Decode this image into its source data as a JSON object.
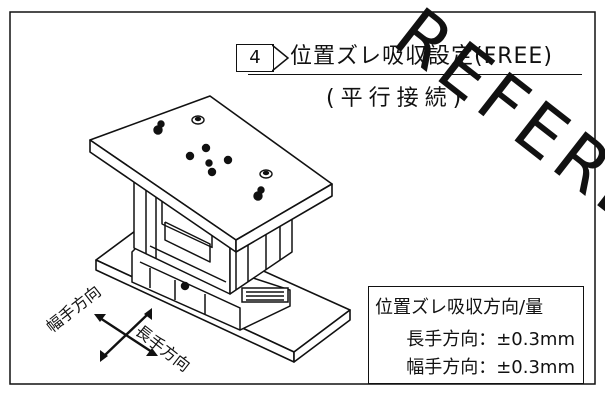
{
  "watermark": "REFERENCE",
  "header": {
    "step_number": "4",
    "title": "位置ズレ吸収設定(FREE)",
    "subtitle": "(平行接続)"
  },
  "directions": {
    "width_dir": "幅手方向",
    "length_dir": "長手方向"
  },
  "info_box": {
    "title": "位置ズレ吸収方向/量",
    "line1": "長手方向：±0.3mm",
    "line2": "幅手方向：±0.3mm"
  }
}
